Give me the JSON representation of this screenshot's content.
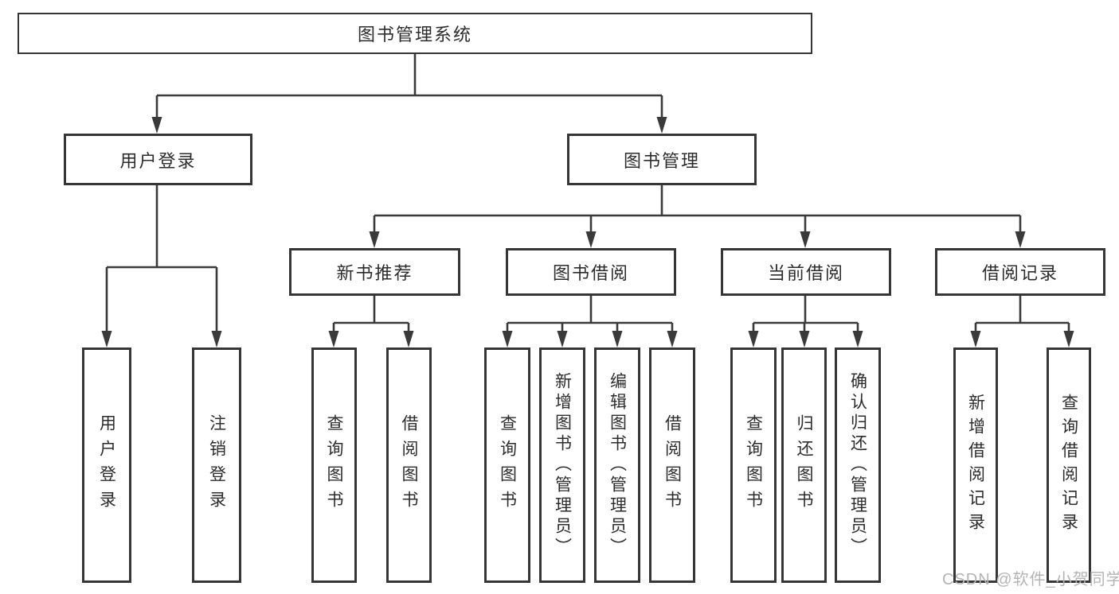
{
  "tree": {
    "label": "图书管理系统",
    "children": [
      {
        "label": "用户登录",
        "children": [
          {
            "label": "用户登录"
          },
          {
            "label": "注销登录"
          }
        ]
      },
      {
        "label": "图书管理",
        "children": [
          {
            "label": "新书推荐",
            "children": [
              {
                "label": "查询图书"
              },
              {
                "label": "借阅图书"
              }
            ]
          },
          {
            "label": "图书借阅",
            "children": [
              {
                "label": "查询图书"
              },
              {
                "label": "新增图书（管理员）"
              },
              {
                "label": "编辑图书（管理员）"
              },
              {
                "label": "借阅图书"
              }
            ]
          },
          {
            "label": "当前借阅",
            "children": [
              {
                "label": "查询图书"
              },
              {
                "label": "归还图书"
              },
              {
                "label": "确认归还（管理员）"
              }
            ]
          },
          {
            "label": "借阅记录",
            "children": [
              {
                "label": "新增借阅记录"
              },
              {
                "label": "查询借阅记录"
              }
            ]
          }
        ]
      }
    ]
  },
  "watermark": {
    "text": "CSDN @软件_小贺同学"
  },
  "colors": {
    "line": "#3a3a3a",
    "box_border": "#363636",
    "text": "#2c2c2c",
    "watermark": "#b4b4b4",
    "background": "#ffffff"
  }
}
